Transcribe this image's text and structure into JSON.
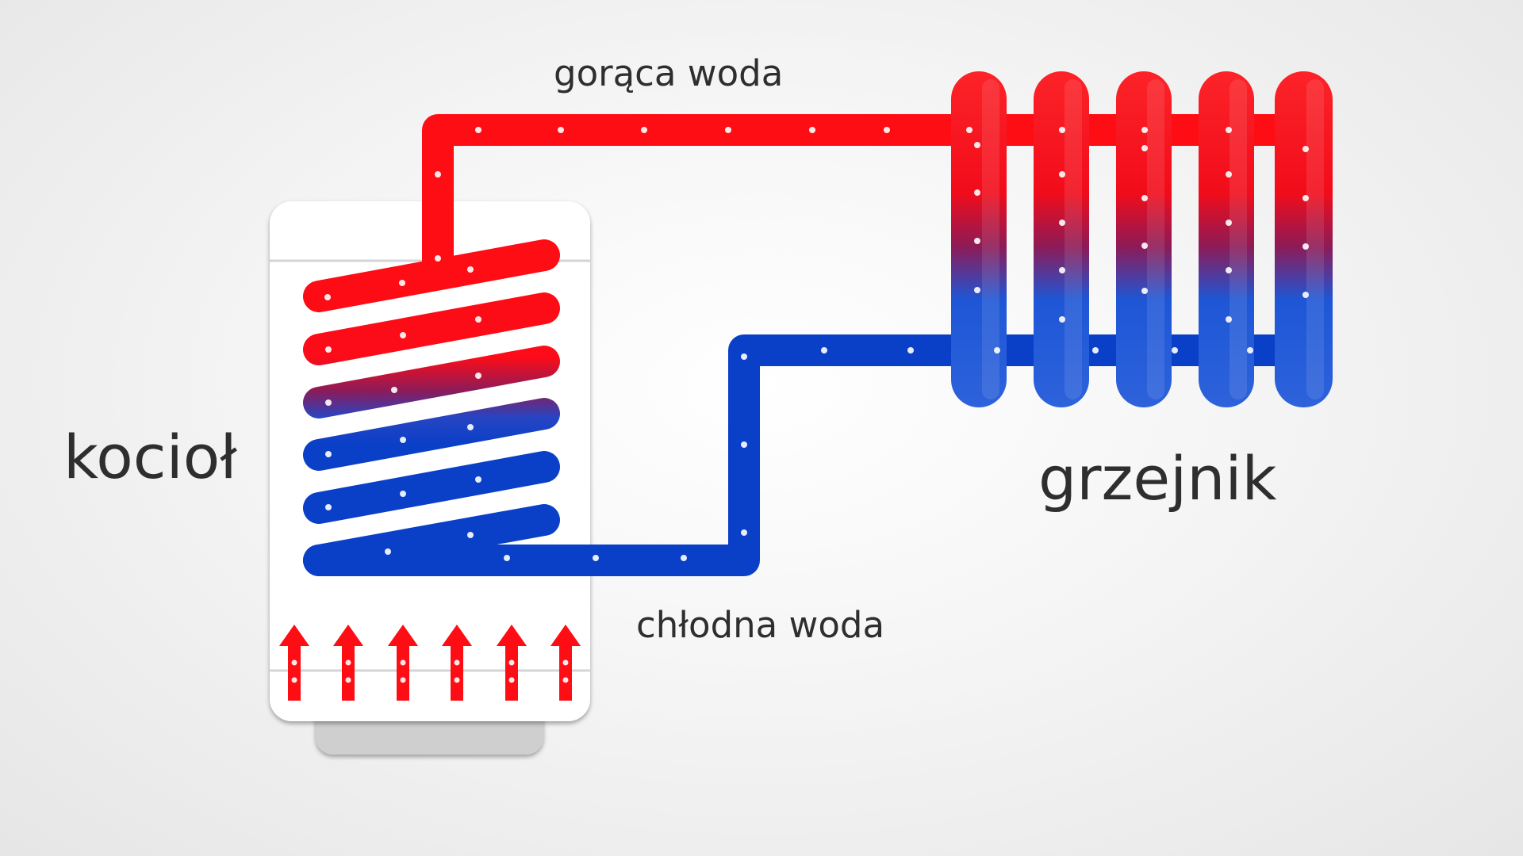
{
  "labels": {
    "hot_water": "gorąca woda",
    "cold_water": "chłodna woda",
    "boiler": "kocioł",
    "radiator": "grzejnik"
  },
  "colors": {
    "hot": "#ff0d14",
    "cold": "#0a3fc8",
    "purple": "#8b1b5a",
    "boiler_body": "#ffffff",
    "boiler_base": "#cfcfcf",
    "text": "#2e2e2e"
  },
  "elements": {
    "hot_pipe": "hot-water-pipe",
    "cold_pipe": "cold-water-pipe",
    "heating_coil": "heating-coil",
    "flame_arrows": "up-arrow-icon",
    "radiator_columns": "radiator-column"
  }
}
